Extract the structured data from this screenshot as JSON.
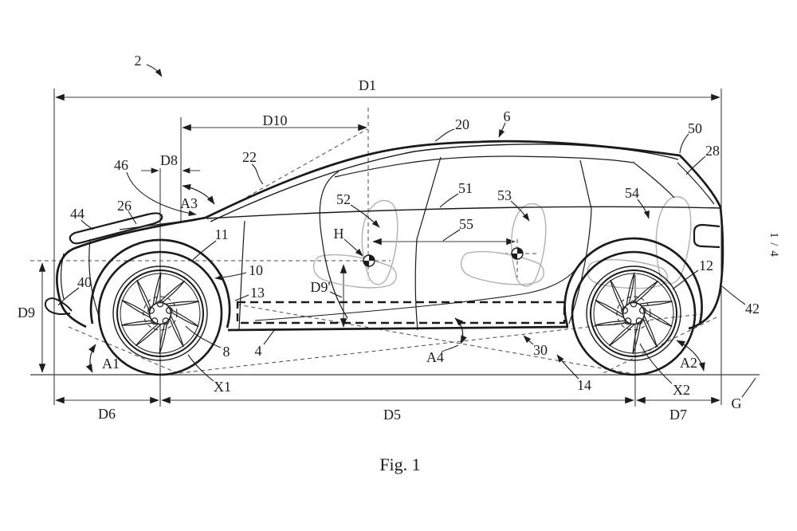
{
  "figure": {
    "caption": "Fig. 1",
    "sheet_indicator": "1 / 4"
  },
  "labels": {
    "ref_2": "2",
    "ref_4": "4",
    "ref_6": "6",
    "ref_8": "8",
    "ref_10": "10",
    "ref_11": "11",
    "ref_12": "12",
    "ref_13": "13",
    "ref_14": "14",
    "ref_20": "20",
    "ref_22": "22",
    "ref_26": "26",
    "ref_28": "28",
    "ref_30": "30",
    "ref_40": "40",
    "ref_42": "42",
    "ref_44": "44",
    "ref_46": "46",
    "ref_50": "50",
    "ref_51": "51",
    "ref_52": "52",
    "ref_53": "53",
    "ref_54": "54",
    "ref_55": "55"
  },
  "dims": {
    "D1": "D1",
    "D5": "D5",
    "D6": "D6",
    "D7": "D7",
    "D8": "D8",
    "D9": "D9",
    "D9_prime": "D9'",
    "D10": "D10"
  },
  "angles": {
    "A1": "A1",
    "A2": "A2",
    "A3": "A3",
    "A4": "A4"
  },
  "points": {
    "G": "G",
    "H": "H",
    "X1": "X1",
    "X2": "X2"
  },
  "style_colors": {
    "line": "#1a1a1a",
    "dimension_line": "#3c3c3c",
    "interior_line": "#b0b0b0",
    "background": "#ffffff"
  }
}
